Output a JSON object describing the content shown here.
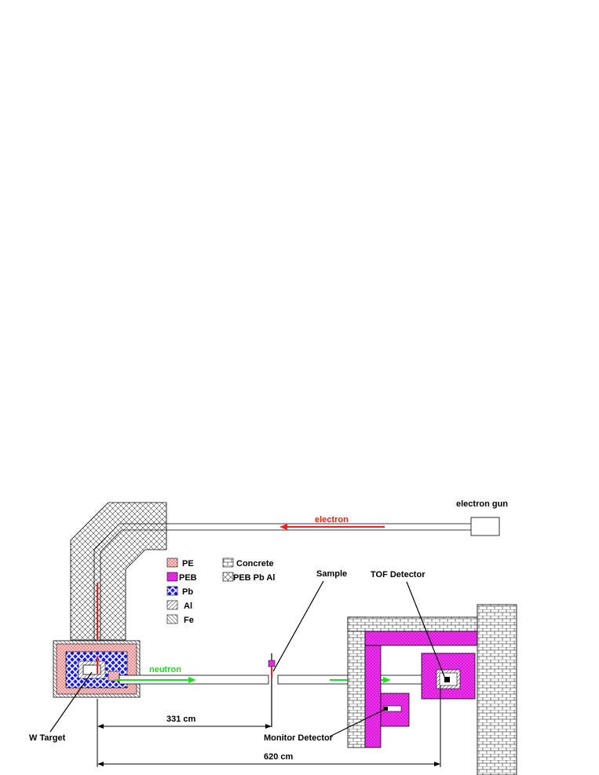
{
  "labels": {
    "electron_gun": "electron gun",
    "electron": "electron",
    "neutron": "neutron",
    "sample": "Sample",
    "tof_detector": "TOF Detector",
    "monitor_detector": "Monitor Detector",
    "w_target": "W Target",
    "dist_short": "331 cm",
    "dist_long": "620 cm"
  },
  "legend": [
    {
      "label": "PE",
      "pattern": "pe"
    },
    {
      "label": "PEB",
      "pattern": "peb"
    },
    {
      "label": "Pb",
      "pattern": "pb"
    },
    {
      "label": "Al",
      "pattern": "al"
    },
    {
      "label": "Fe",
      "pattern": "fe"
    },
    {
      "label": "Concrete",
      "pattern": "concrete"
    },
    {
      "label": "PEB Pb Al",
      "pattern": "pebpbal"
    }
  ],
  "colors": {
    "electron_beam": "#ff1a1a",
    "neutron_beam": "#22dd22",
    "pe": "#f3c4c4",
    "peb": "#ee33ee",
    "pb": "#1a1aee",
    "line": "#000000"
  }
}
